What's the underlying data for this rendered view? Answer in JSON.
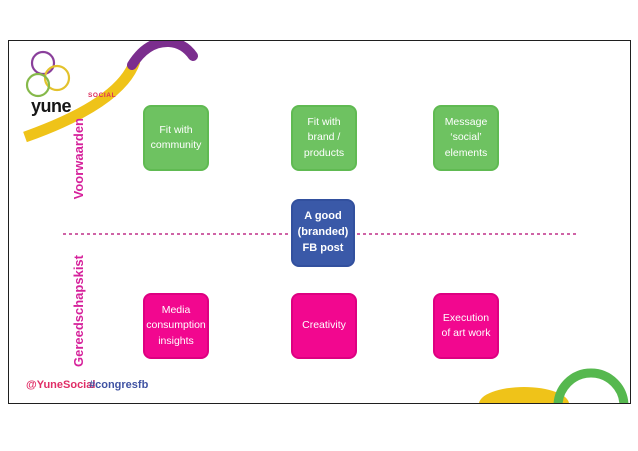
{
  "logo": {
    "brand": "yune",
    "tagline": "SOCIAL"
  },
  "sections": {
    "top_label": "Voorwaarden",
    "bottom_label": "Gereedschapskist"
  },
  "boxes": {
    "top": [
      {
        "label": "Fit with\ncommunity"
      },
      {
        "label": "Fit with\nbrand /\nproducts"
      },
      {
        "label": "Message\n‘social’\nelements"
      }
    ],
    "center": {
      "label": "A good\n(branded)\nFB post"
    },
    "bottom": [
      {
        "label": "Media\nconsumption\ninsights"
      },
      {
        "label": "Creativity"
      },
      {
        "label": "Execution\nof art work"
      }
    ]
  },
  "footer": {
    "handle": "@YuneSocial",
    "hashtag": "#congresfb"
  },
  "colors": {
    "box_green": "#6ec261",
    "box_pink": "#f2078f",
    "box_blue": "#3a59a8",
    "label_magenta": "#d6219b",
    "dash_line": "#cf63a6",
    "swoosh_yellow": "#efc319",
    "swoosh_purple": "#7b2e8e",
    "ring_green": "#56b84f",
    "footer_handle": "#e02d66",
    "footer_hashtag": "#4053a3"
  }
}
